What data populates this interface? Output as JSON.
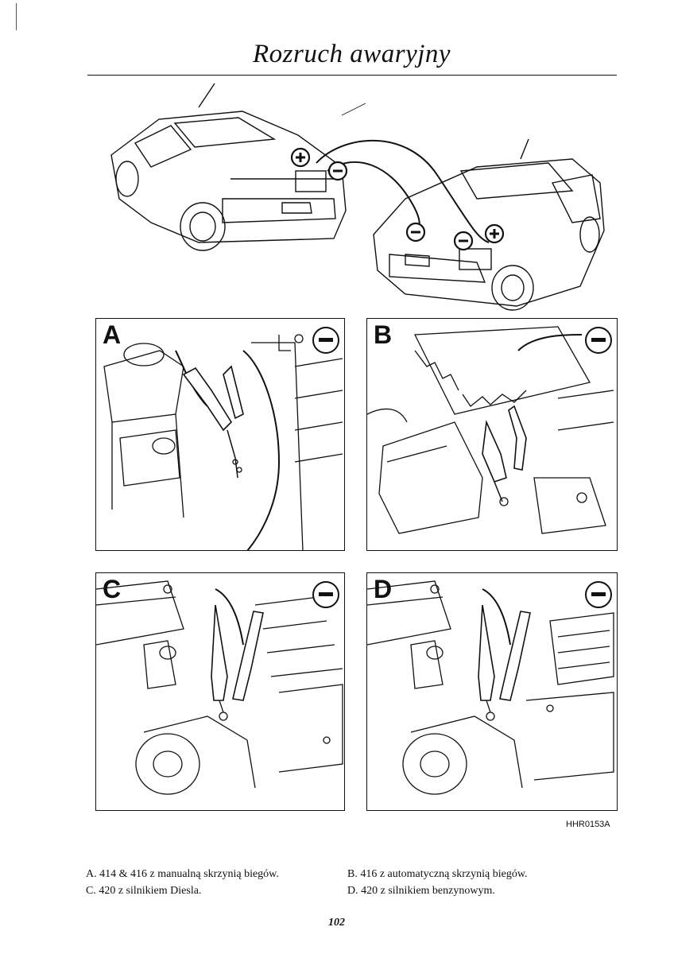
{
  "header": {
    "title": "Rozruch awaryjny"
  },
  "panels": [
    {
      "letter": "A",
      "terminal": "minus-icon"
    },
    {
      "letter": "B",
      "terminal": "minus-icon"
    },
    {
      "letter": "C",
      "terminal": "minus-icon"
    },
    {
      "letter": "D",
      "terminal": "minus-icon"
    }
  ],
  "overview": {
    "terminals": [
      "plus-icon",
      "minus-icon",
      "minus-icon",
      "minus-icon",
      "plus-icon"
    ]
  },
  "figure_code": "HHR0153A",
  "captions": {
    "a": "A. 414 & 416 z manualną skrzynią biegów.",
    "b": "B. 416 z automatyczną skrzynią biegów.",
    "c": "C. 420 z silnikiem Diesla.",
    "d": "D. 420 z silnikiem benzynowym."
  },
  "footer": {
    "page_number": "102"
  }
}
